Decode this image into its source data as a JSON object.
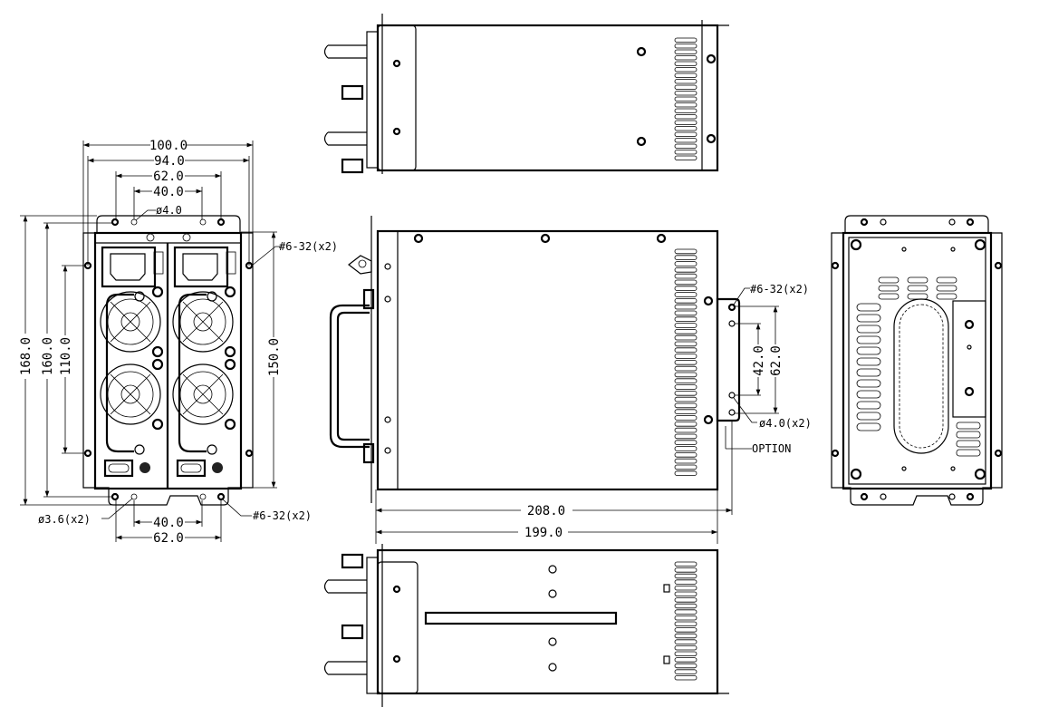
{
  "front_view": {
    "width_overall": "100.0",
    "width_mount": "94.0",
    "top_hole_outer": "62.0",
    "top_hole_inner": "40.0",
    "top_hole_dia": "ø4.0",
    "side_thread": "#6-32(x2)",
    "height_overall": "168.0",
    "height_mount": "160.0",
    "height_holes": "110.0",
    "height_body": "150.0",
    "bottom_hole_dia": "ø3.6(x2)",
    "bottom_thread": "#6-32(x2)",
    "bottom_hole_inner": "40.0",
    "bottom_hole_outer": "62.0"
  },
  "side_view": {
    "bracket_thread": "#6-32(x2)",
    "bracket_inner": "42.0",
    "bracket_outer": "62.0",
    "bracket_hole_dia": "ø4.0(x2)",
    "option_label": "OPTION",
    "length_overall": "208.0",
    "length_body": "199.0"
  },
  "colors": {
    "line": "#000000",
    "background": "#ffffff"
  }
}
